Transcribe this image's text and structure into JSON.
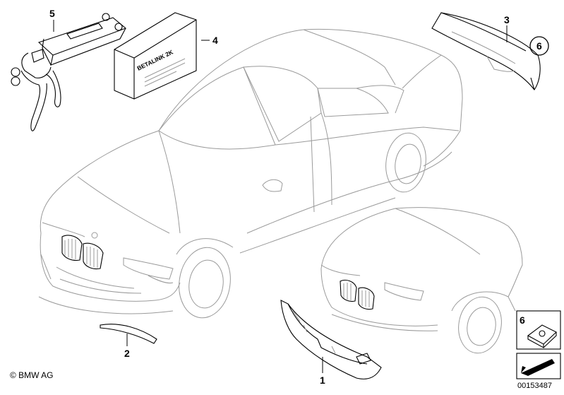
{
  "callouts": {
    "part_1": "1",
    "part_2": "2",
    "part_3": "3",
    "part_4": "4",
    "part_5": "5",
    "part_6_circled": "6",
    "part_6_box": "6"
  },
  "box_label": "BETALINK 2K",
  "copyright": "© BMW AG",
  "diagram_id": "00153487"
}
